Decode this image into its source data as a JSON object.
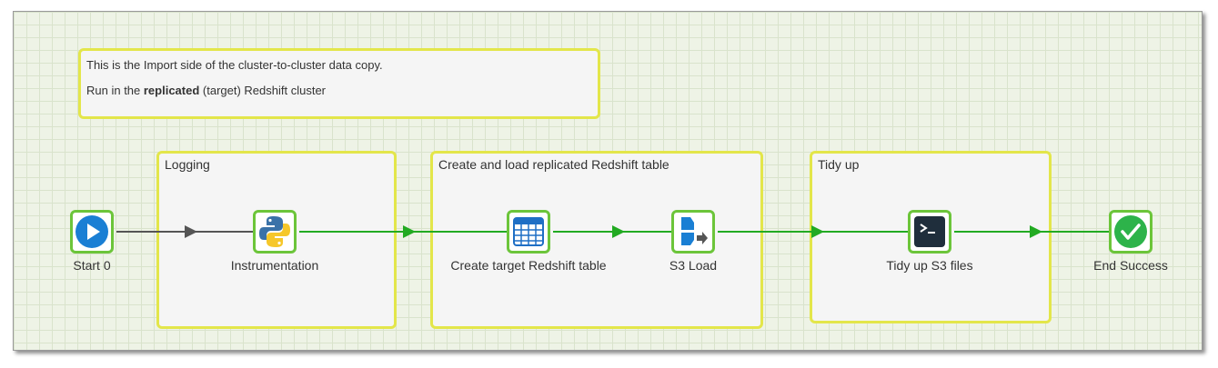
{
  "note": {
    "line1": "This is the Import side of the cluster-to-cluster data copy.",
    "line2_prefix": "Run in the ",
    "line2_bold": "replicated",
    "line2_suffix": "  (target) Redshift cluster"
  },
  "groups": {
    "logging": "Logging",
    "create_load": "Create and load replicated Redshift table",
    "tidy": "Tidy up"
  },
  "nodes": {
    "start": {
      "label": "Start 0",
      "icon": "play-icon"
    },
    "instrumentation": {
      "label": "Instrumentation",
      "icon": "python-icon"
    },
    "create_table": {
      "label": "Create target Redshift table",
      "icon": "table-icon"
    },
    "s3_load": {
      "label": "S3 Load",
      "icon": "s3-load-icon"
    },
    "tidy_s3": {
      "label": "Tidy up S3 files",
      "icon": "terminal-icon"
    },
    "end": {
      "label": "End Success",
      "icon": "check-icon"
    }
  },
  "colors": {
    "success_connector": "#22aa22",
    "unconditional_connector": "#555555",
    "group_border": "#e3e64a",
    "node_border": "#6cc53a"
  }
}
